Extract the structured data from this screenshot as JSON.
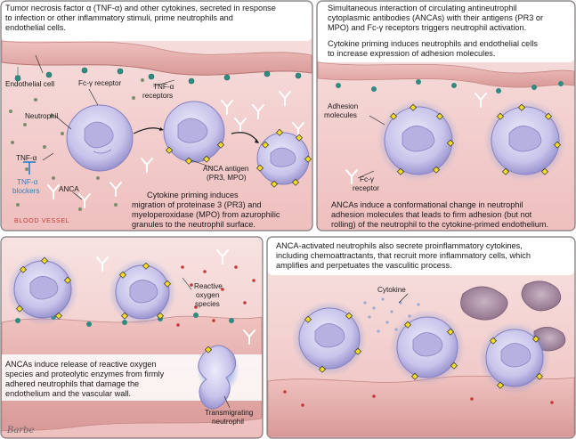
{
  "panels": {
    "p1": {
      "text": [
        "Tumor necrosis factor α (TNF-α) and other cytokines, secreted in response",
        "to infection or other inflammatory stimuli, prime neutrophils and",
        "endothelial cells."
      ],
      "text2": [
        "Cytokine priming induces",
        "migration of proteinase 3 (PR3) and",
        "myeloperoxidase (MPO) from azurophilic",
        "granules to the neutrophil surface."
      ],
      "labels": {
        "endothelial_cell": "Endothelial cell",
        "fc_receptor": "Fc-γ receptor",
        "tnf_receptors_1": "TNF-α",
        "tnf_receptors_2": "receptors",
        "neutrophil": "Neutrophil",
        "tnf": "TNF-α",
        "tnf_blockers_1": "TNF-α",
        "tnf_blockers_2": "blockers",
        "anca": "ANCA",
        "blood_vessel": "BLOOD VESSEL",
        "anca_antigen_1": "ANCA antigen",
        "anca_antigen_2": "(PR3, MPO)"
      }
    },
    "p2": {
      "text": [
        "Simultaneous interaction of circulating antineutrophil",
        "cytoplasmic antibodies (ANCAs) with their antigens (PR3 or",
        "MPO) and Fc-γ receptors triggers neutrophil activation."
      ],
      "text2": [
        "Cytokine priming induces neutrophils and endothelial cells",
        "to increase expression of adhesion molecules."
      ],
      "text3": [
        "ANCAs induce a conformational change in neutrophil",
        "adhesion molecules that leads to firm adhesion (but not",
        "rolling) of the neutrophil to the cytokine-primed endothelium."
      ],
      "labels": {
        "adhesion_1": "Adhesion",
        "adhesion_2": "molecules",
        "fc_1": "Fc-γ",
        "fc_2": "receptor"
      }
    },
    "p3": {
      "text": [
        "ANCAs induce release of reactive oxygen",
        "species and proteolytic enzymes from firmly",
        "adhered neutrophils that damage the",
        "endothelium and the vascular wall."
      ],
      "labels": {
        "ros_1": "Reactive",
        "ros_2": "oxygen",
        "ros_3": "species",
        "trans_1": "Transmigrating",
        "trans_2": "neutrophil"
      }
    },
    "p4": {
      "text": [
        "ANCA-activated neutrophils also secrete proinflammatory cytokines,",
        "including chemoattractants, that recruit more inflammatory cells, which",
        "amplifies and perpetuates the vasculitic process."
      ],
      "labels": {
        "cytokine": "Cytokine"
      }
    }
  },
  "signature": "Barbe",
  "colors": {
    "panel_border": "#7a7a7a",
    "tissue": "#f1cfcf",
    "vessel_wall": "#e3a9a7",
    "neutrophil": "#c9c6ea",
    "antigen": "#f4dc2a",
    "blocker": "#2f7fc4"
  }
}
